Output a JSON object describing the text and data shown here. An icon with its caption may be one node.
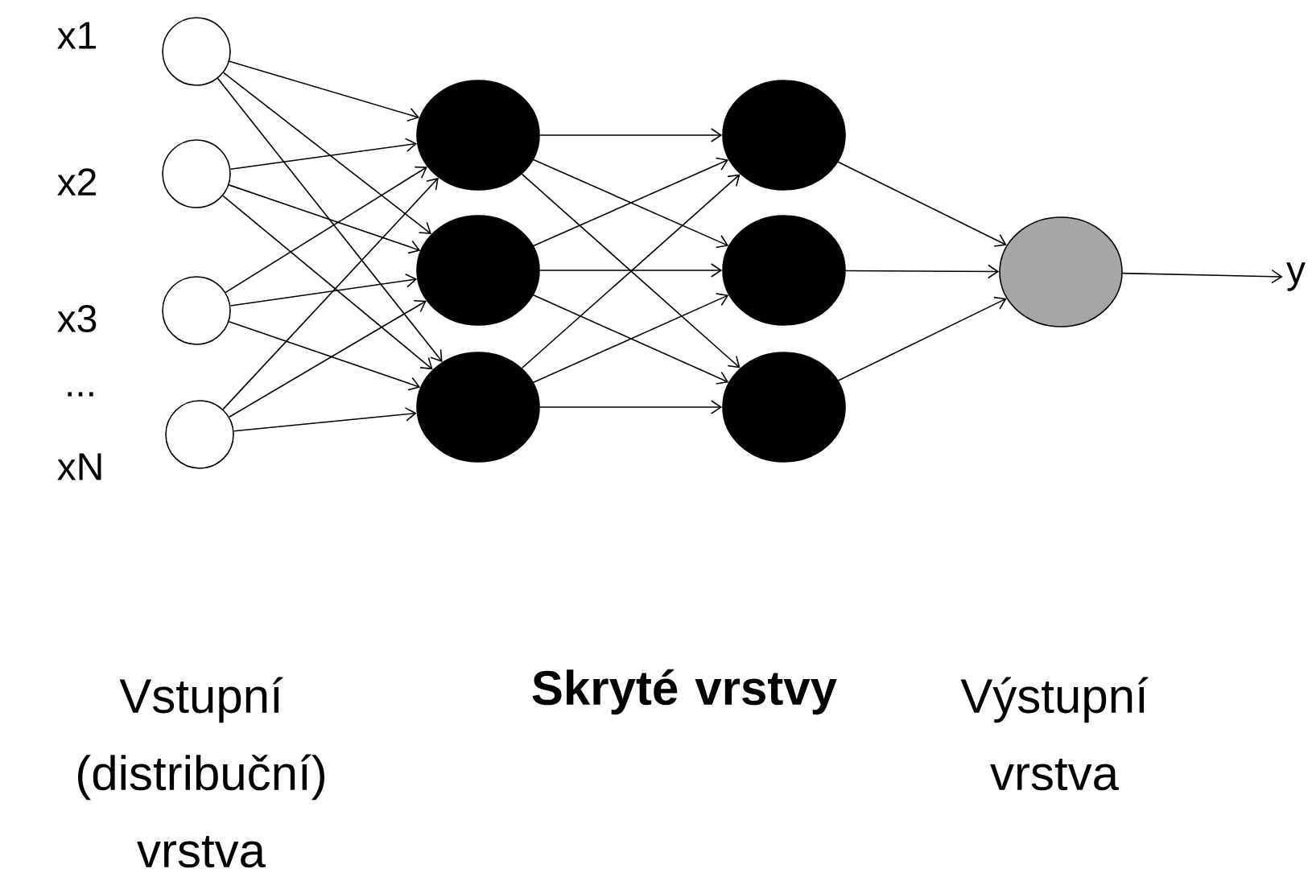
{
  "diagram": {
    "nodes": [
      {
        "text": [],
        "shape": "circle",
        "beside": [
          "x1"
        ]
      },
      {
        "text": [],
        "shape": "circle",
        "beside": [
          "x2"
        ]
      },
      {
        "text": [],
        "shape": "circle",
        "beside": [
          "x3"
        ]
      },
      {
        "text": [],
        "shape": "circle",
        "beside": [
          "xN"
        ]
      },
      {
        "text": [],
        "shape": "circle"
      },
      {
        "text": [],
        "shape": "circle"
      },
      {
        "text": [],
        "shape": "circle"
      },
      {
        "text": [],
        "shape": "circle"
      },
      {
        "text": [],
        "shape": "circle"
      },
      {
        "text": [],
        "shape": "circle"
      },
      {
        "text": [],
        "shape": "circle"
      },
      {
        "text": [
          "y"
        ]
      }
    ],
    "edges": [
      {
        "from": 0,
        "to": 4,
        "arrow": "to"
      },
      {
        "from": 0,
        "to": 5,
        "arrow": "to"
      },
      {
        "from": 0,
        "to": 6,
        "arrow": "to"
      },
      {
        "from": 1,
        "to": 4,
        "arrow": "to"
      },
      {
        "from": 1,
        "to": 5,
        "arrow": "to"
      },
      {
        "from": 1,
        "to": 6,
        "arrow": "to"
      },
      {
        "from": 2,
        "to": 4,
        "arrow": "to"
      },
      {
        "from": 2,
        "to": 5,
        "arrow": "to"
      },
      {
        "from": 2,
        "to": 6,
        "arrow": "to"
      },
      {
        "from": 3,
        "to": 4,
        "arrow": "to"
      },
      {
        "from": 3,
        "to": 5,
        "arrow": "to"
      },
      {
        "from": 3,
        "to": 6,
        "arrow": "to"
      },
      {
        "from": 4,
        "to": 7,
        "arrow": "to"
      },
      {
        "from": 4,
        "to": 8,
        "arrow": "to"
      },
      {
        "from": 4,
        "to": 9,
        "arrow": "to"
      },
      {
        "from": 5,
        "to": 7,
        "arrow": "to"
      },
      {
        "from": 5,
        "to": 8,
        "arrow": "to"
      },
      {
        "from": 5,
        "to": 9,
        "arrow": "to"
      },
      {
        "from": 6,
        "to": 7,
        "arrow": "to"
      },
      {
        "from": 6,
        "to": 8,
        "arrow": "to"
      },
      {
        "from": 6,
        "to": 9,
        "arrow": "to"
      },
      {
        "from": 7,
        "to": 10,
        "arrow": "to"
      },
      {
        "from": 8,
        "to": 10,
        "arrow": "to"
      },
      {
        "from": 9,
        "to": 10,
        "arrow": "to"
      },
      {
        "from": 10,
        "to": 11,
        "arrow": "to"
      }
    ],
    "labels": [
      "...",
      "Vstupní (distribuční) vrstva",
      "Skryté vrstvy",
      "Výstupní vrstva"
    ]
  }
}
